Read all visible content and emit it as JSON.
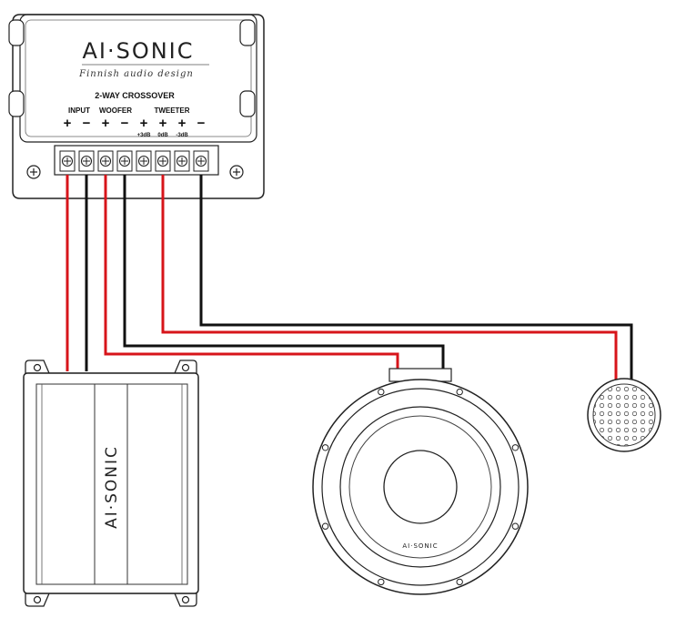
{
  "crossover": {
    "brand": "AI·SONIC",
    "tagline": "Finnish audio design",
    "title": "2-WAY CROSSOVER",
    "group_input": "INPUT",
    "group_woofer": "WOOFER",
    "group_tweeter": "TWEETER",
    "terminals": [
      {
        "symbol": "+",
        "sub": ""
      },
      {
        "symbol": "−",
        "sub": ""
      },
      {
        "symbol": "+",
        "sub": ""
      },
      {
        "symbol": "−",
        "sub": ""
      },
      {
        "symbol": "+",
        "sub": "+3dB"
      },
      {
        "symbol": "+",
        "sub": "0dB"
      },
      {
        "symbol": "+",
        "sub": "-3dB"
      },
      {
        "symbol": "−",
        "sub": ""
      }
    ]
  },
  "amplifier": {
    "brand": "AI·SONIC"
  },
  "woofer": {
    "brand": "AI·SONIC"
  },
  "tweeter": {},
  "colors": {
    "positive_wire": "#d7141a",
    "negative_wire": "#111111",
    "outline": "#222222"
  }
}
